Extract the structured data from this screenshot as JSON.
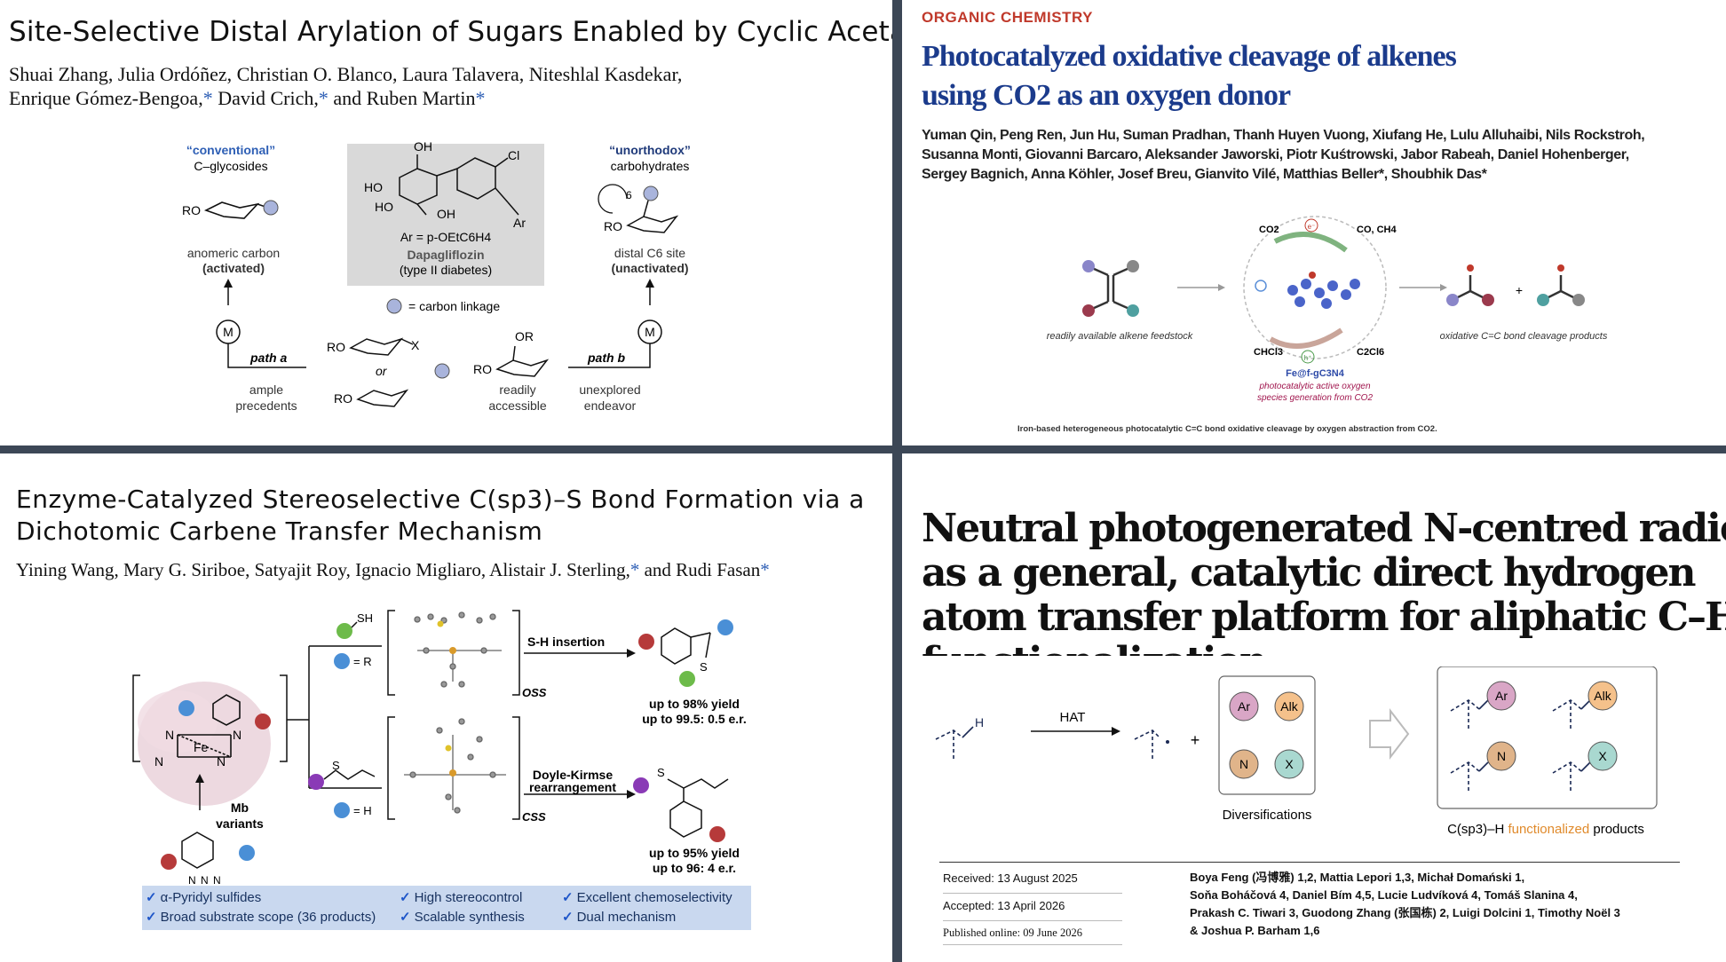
{
  "panel1": {
    "title": "Site-Selective Distal Arylation of Sugars Enabled by Cyclic Acetals",
    "authors_line1": "Shuai Zhang, Julia Ordóñez, Christian O. Blanco, Laura Talavera, Niteshlal Kasdekar,",
    "authors_line2_a": "Enrique Gómez-Bengoa,",
    "authors_line2_b": "David Crich,",
    "authors_line2_c": "and Ruben Martin",
    "star": "*",
    "conventional": "“conventional”",
    "c_glycosides": "C–glycosides",
    "ro": "RO",
    "anomeric": "anomeric carbon",
    "activated": "(activated)",
    "oh": "OH",
    "ho": "HO",
    "cl": "Cl",
    "ar": "Ar",
    "ar_def": "Ar = p-OEtC6H4",
    "dapagliflozin": "Dapagliflozin",
    "type2": "(type II diabetes)",
    "carbon_linkage": "= carbon linkage",
    "unorthodox": "“unorthodox”",
    "carbohydrates": "carbohydrates",
    "six": "6",
    "distal": "distal C6 site",
    "unactivated": "(unactivated)",
    "m": "M",
    "path_a": "path a",
    "path_b": "path b",
    "ample": "ample",
    "precedents": "precedents",
    "x": "X",
    "or": "or",
    "or_sub": "OR",
    "readily": "readily",
    "accessible": "accessible",
    "unexplored": "unexplored",
    "endeavor": "endeavor"
  },
  "panel2": {
    "section": "ORGANIC CHEMISTRY",
    "title_line1": "Photocatalyzed oxidative cleavage of alkenes",
    "title_line2": "using CO2 as an oxygen donor",
    "authors_line1": "Yuman Qin, Peng Ren, Jun Hu, Suman Pradhan, Thanh Huyen Vuong, Xiufang He, Lulu Alluhaibi, Nils Rockstroh,",
    "authors_line2": "Susanna Monti, Giovanni Barcaro, Aleksander Jaworski, Piotr Kuśtrowski, Jabor Rabeah, Daniel Hohenberger,",
    "authors_line3": "Sergey Bagnich, Anna Köhler, Josef Breu, Gianvito Vilé, Matthias Beller*, Shoubhik Das*",
    "co2": "CO2",
    "co_ch4": "CO, CH4",
    "chcl3": "CHCl3",
    "c2cl6": "C2Cl6",
    "e": "e⁻",
    "h": "h⁺",
    "catalyst": "Fe@f-gC3N4",
    "active1": "photocatalytic active oxygen",
    "active2": "species generation from CO2",
    "feedstock": "readily available alkene feedstock",
    "products": "oxidative C=C bond cleavage products",
    "plus": "+",
    "caption": "Iron-based heterogeneous photocatalytic C=C bond oxidative cleavage by oxygen abstraction from CO2."
  },
  "panel3": {
    "title_line1": "Enzyme-Catalyzed Stereoselective C(sp3)–S Bond Formation via a",
    "title_line2": "Dichotomic Carbene Transfer Mechanism",
    "authors_a": "Yining Wang, Mary G. Siriboe, Satyajit Roy, Ignacio Migliaro, Alistair J. Sterling,",
    "authors_b": "and Rudi Fasan",
    "star": "*",
    "sh": "SH",
    "eq_r": "= R",
    "eq_h": "= H",
    "s": "S",
    "sh_insertion": "S-H insertion",
    "doyle1": "Doyle-Kirmse",
    "doyle2": "rearrangement",
    "oss": "OSS",
    "css": "CSS",
    "yield1a": "up to 98% yield",
    "yield1b": "up to 99.5: 0.5 e.r.",
    "yield2a": "up to 95% yield",
    "yield2b": "up to 96: 4 e.r.",
    "mb": "Mb",
    "variants": "variants",
    "n": "N",
    "fe": "Fe",
    "feat1": "α-Pyridyl sulfides",
    "feat2": "High stereocontrol",
    "feat3": "Excellent chemoselectivity",
    "feat4": "Broad substrate scope (36 products)",
    "feat5": "Scalable synthesis",
    "feat6": "Dual mechanism",
    "check": "✓"
  },
  "panel4": {
    "title_line1": "Neutral photogenerated N-centred radicals",
    "title_line2": "as a general, catalytic direct hydrogen",
    "title_line3": "atom transfer platform for aliphatic C–H",
    "title_line4": "functionalization",
    "h": "H",
    "hat": "HAT",
    "plus": "+",
    "ar": "Ar",
    "alk": "Alk",
    "n": "N",
    "x": "X",
    "diversifications": "Diversifications",
    "products_label_a": "C(sp3)–H",
    "products_label_b": "functionalized",
    "products_label_c": "products",
    "received": "Received: 13 August 2025",
    "accepted": "Accepted: 13 April 2026",
    "published": "Published online: 09 June 2026",
    "authors_line1": "Boya Feng (冯博雅) 1,2, Mattia Lepori 1,3, Michał Domański 1,",
    "authors_line2": "Soňa Boháčová 4, Daniel Bím 4,5, Lucie Ludvíková 4, Tomáš Slanina 4,",
    "authors_line3": "Prakash C. Tiwari 3, Guodong Zhang (张国栋) 2, Luigi Dolcini 1, Timothy Noël 3",
    "authors_line4": "& Joshua P. Barham 1,6"
  },
  "colors": {
    "divider": "#3c4756",
    "accent_blue": "#2e5fb5",
    "section_red": "#c0392b",
    "nature_blue": "#1b3b8c",
    "box_gray": "#d9d9d9",
    "feature_bar": "#c9d8ef",
    "ar_circle": "#d9a6c6",
    "alk_circle": "#f5c18b",
    "n_circle": "#e0b48a",
    "x_circle": "#a9d8d0"
  }
}
